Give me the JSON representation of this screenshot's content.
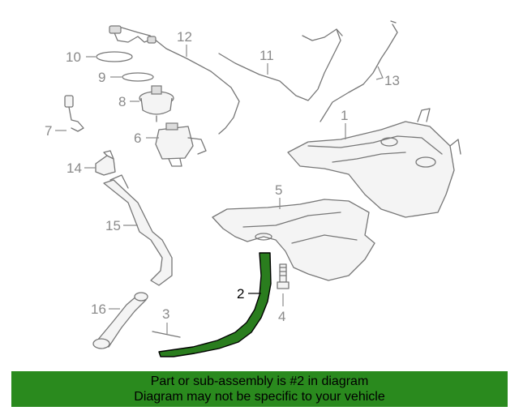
{
  "callouts": [
    {
      "num": "1"
    },
    {
      "num": "2"
    },
    {
      "num": "3"
    },
    {
      "num": "4"
    },
    {
      "num": "5"
    },
    {
      "num": "6"
    },
    {
      "num": "7"
    },
    {
      "num": "8"
    },
    {
      "num": "9"
    },
    {
      "num": "10"
    },
    {
      "num": "11"
    },
    {
      "num": "12"
    },
    {
      "num": "13"
    },
    {
      "num": "14"
    },
    {
      "num": "15"
    },
    {
      "num": "16"
    }
  ],
  "highlight_part": "2",
  "colors": {
    "highlight": "#2a7d1e",
    "banner_bg": "#2a8a1e",
    "line": "#777777",
    "callout": "#8a8a8a"
  },
  "banner": {
    "line1": "Part or sub-assembly is #2 in diagram",
    "line2": "Diagram may not be specific to your vehicle"
  }
}
